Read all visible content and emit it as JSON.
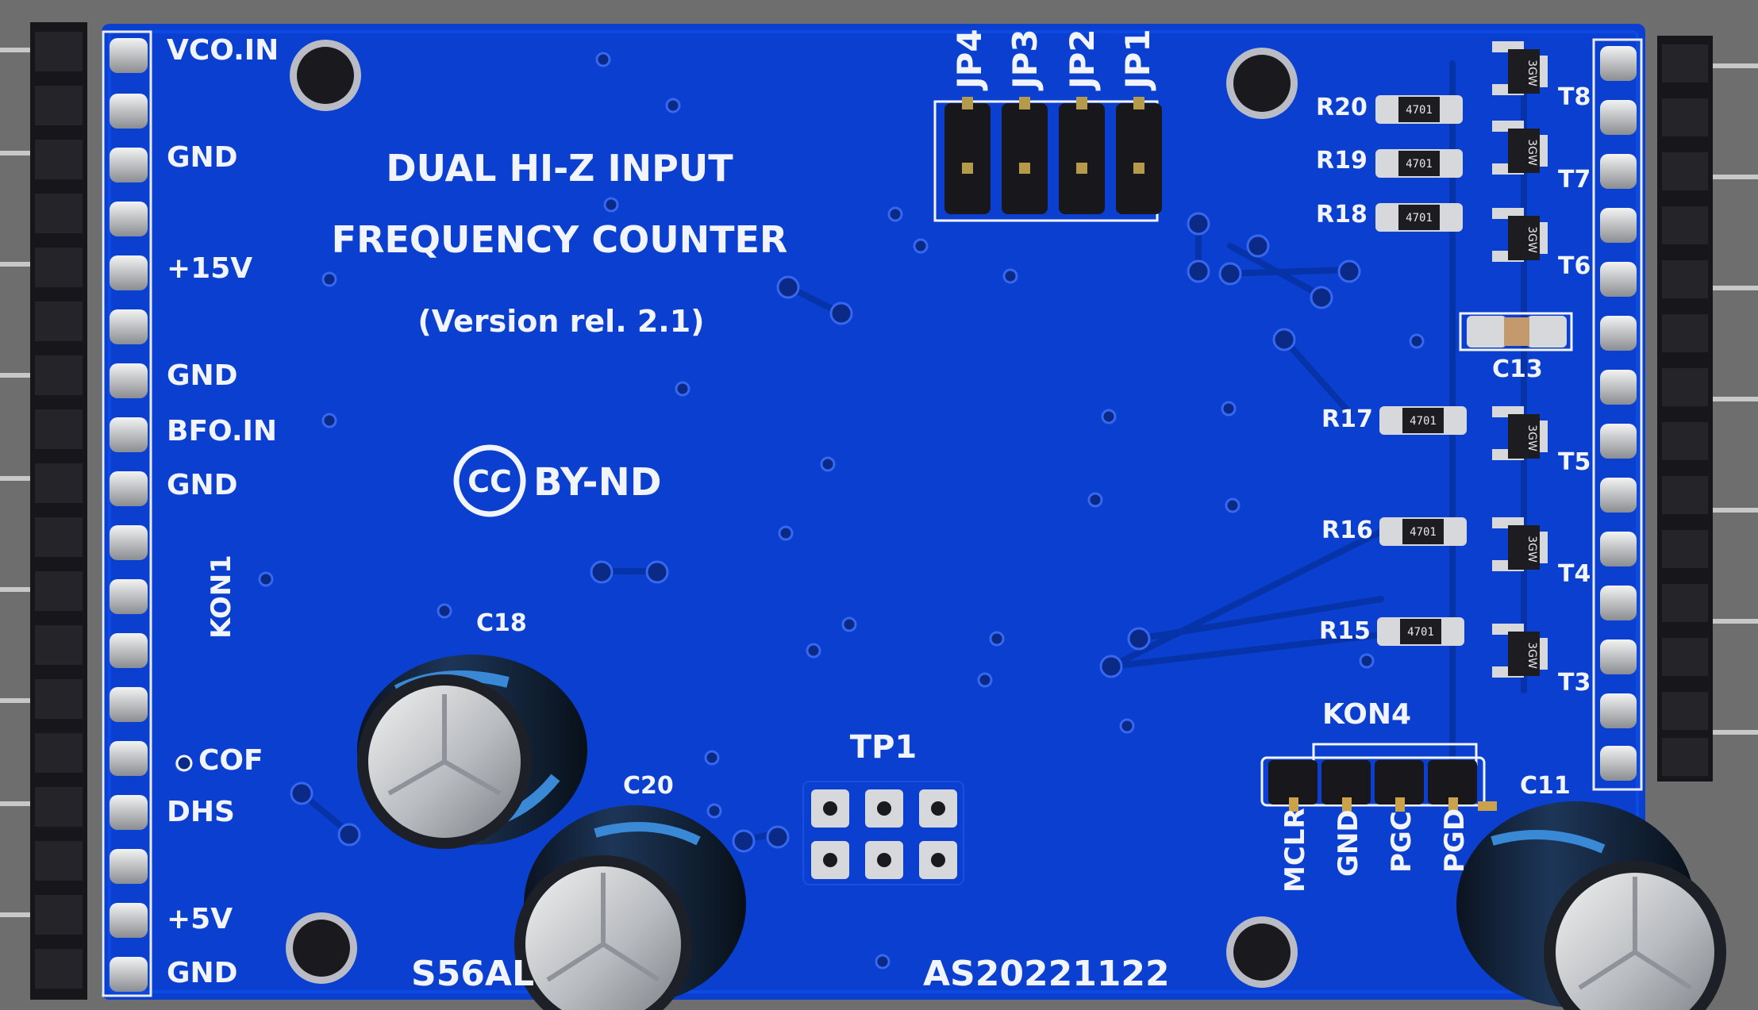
{
  "board": {
    "title_line1": "DUAL HI-Z INPUT",
    "title_line2": "FREQUENCY COUNTER",
    "version": "(Version rel. 2.1)",
    "cc_symbol": "CC",
    "license": "BY-ND",
    "designer": "S56AL",
    "serial": "AS20221122"
  },
  "left_header": {
    "name": "KON1",
    "pin_labels": [
      "VCO.IN",
      "GND",
      "+15V",
      "GND",
      "BFO.IN",
      "GND",
      "COF",
      "DHS",
      "+5V",
      "GND"
    ]
  },
  "jumpers": [
    "JP4",
    "JP3",
    "JP2",
    "JP1"
  ],
  "resistors": [
    {
      "ref": "R20",
      "value": "4701"
    },
    {
      "ref": "R19",
      "value": "4701"
    },
    {
      "ref": "R18",
      "value": "4701"
    },
    {
      "ref": "R17",
      "value": "4701"
    },
    {
      "ref": "R16",
      "value": "4701"
    },
    {
      "ref": "R15",
      "value": "4701"
    }
  ],
  "transistors": [
    {
      "ref": "T8",
      "marking": "3GW"
    },
    {
      "ref": "T7",
      "marking": "3GW"
    },
    {
      "ref": "T6",
      "marking": "3GW"
    },
    {
      "ref": "T5",
      "marking": "3GW"
    },
    {
      "ref": "T4",
      "marking": "3GW"
    },
    {
      "ref": "T3",
      "marking": "3GW"
    }
  ],
  "capacitors": {
    "c13": "C13",
    "c18": "C18",
    "c20": "C20",
    "c11": "C11"
  },
  "testpoint": "TP1",
  "program_header": {
    "name": "KON4",
    "pins": [
      "MCLR",
      "GND",
      "PGC",
      "PGD"
    ]
  },
  "colors": {
    "pcb": "#0a3fd0",
    "silkscreen": "#f2f4fb",
    "pad": "#d7d9dc",
    "header_plastic": "#1b1b1f",
    "background": "#6f6f6f"
  }
}
